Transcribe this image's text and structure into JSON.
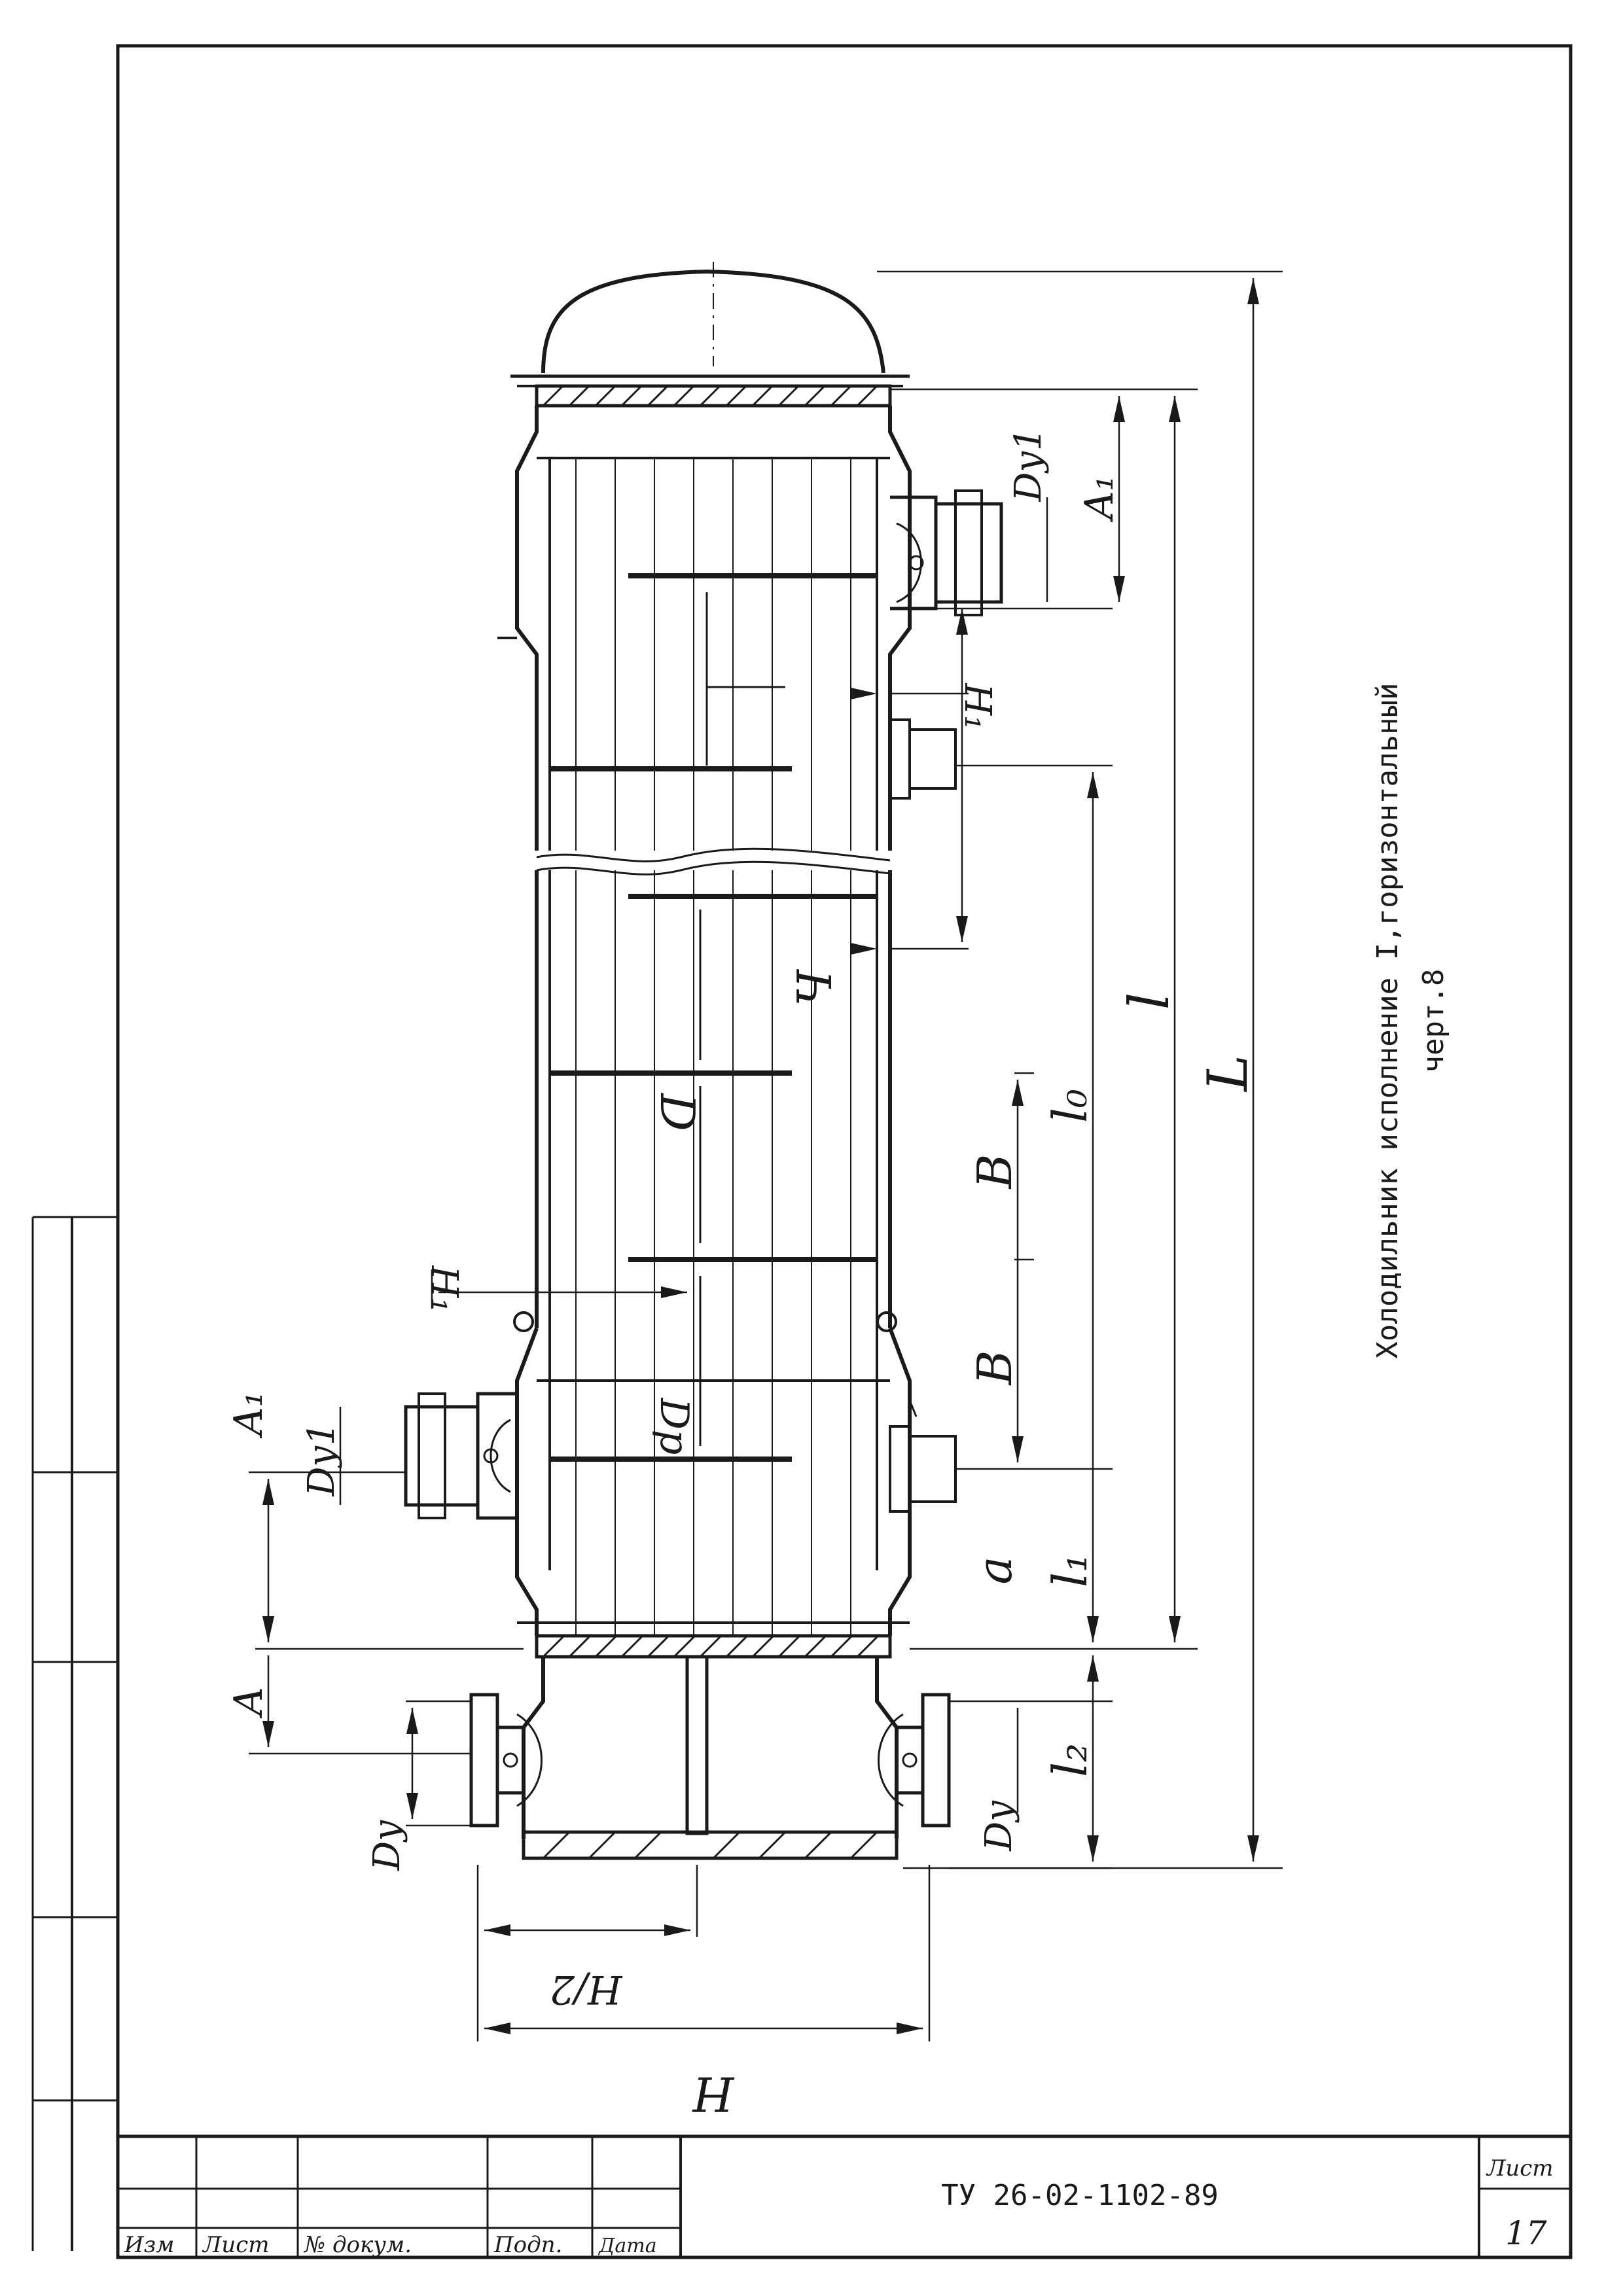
{
  "caption": {
    "title": "Холодильник исполнение I,горизонтальный",
    "subtitle": "черт.8"
  },
  "title_block": {
    "document_code": "ТУ 26-02-1102-89",
    "sheet_label": "Лист",
    "sheet_number": "17",
    "col_change": "Изм",
    "col_sheet": "Лист",
    "col_doc_no": "№ докум.",
    "col_sign": "Подп.",
    "col_date": "Дата"
  },
  "dimensions": {
    "L": "L",
    "l": "l",
    "l0": "l₀",
    "l1": "l₁",
    "l2": "l₂",
    "A": "A",
    "A1_top": "A₁",
    "A1_bottom": "A₁",
    "Dy1_top": "Dу1",
    "Dy1_bottom": "Dу1",
    "Dy_left": "Dу",
    "Dy_right": "Dу",
    "H": "H",
    "H_half": "H/2",
    "H1_right": "H₁",
    "H1_left": "H₁",
    "D": "D",
    "Dp": "Dр",
    "B1": "B",
    "B2": "B",
    "a": "a",
    "Ch": "Ч"
  }
}
